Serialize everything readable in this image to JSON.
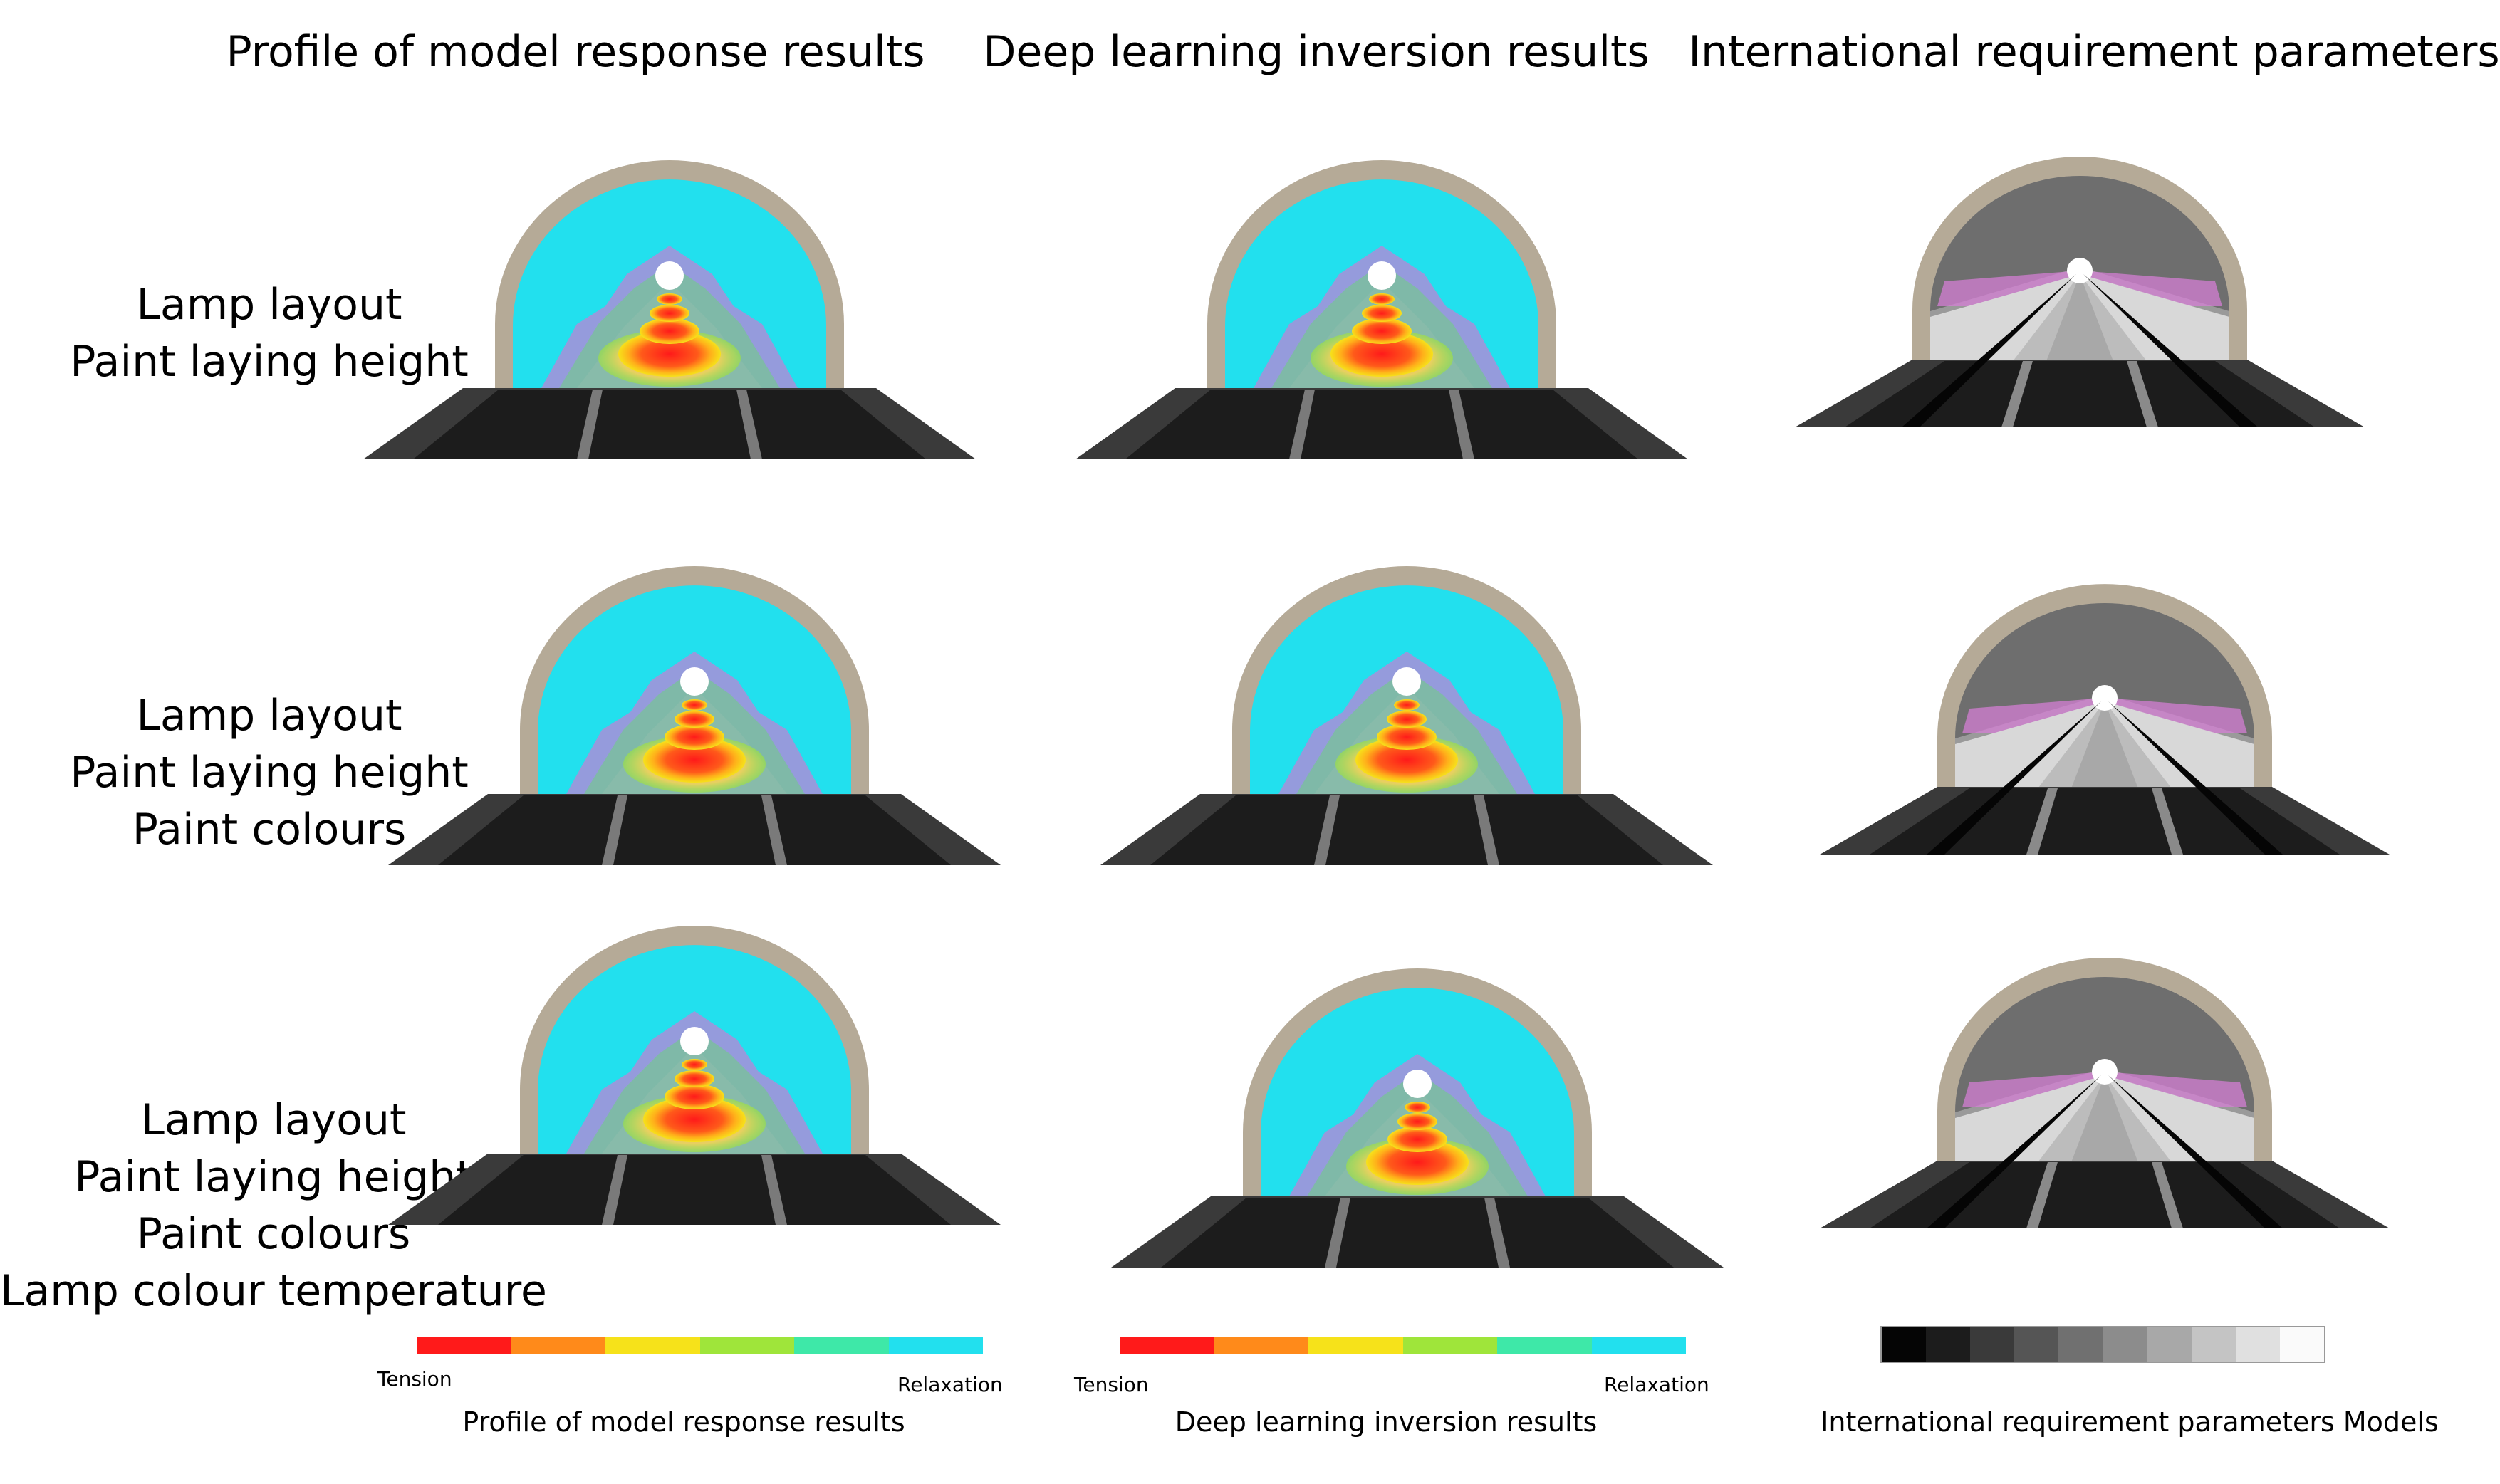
{
  "columns": [
    {
      "title": "Profile of model response results"
    },
    {
      "title": "Deep learning inversion results"
    },
    {
      "title": "International requirement parameters"
    }
  ],
  "rows": [
    {
      "labels": [
        "Lamp layout",
        "Paint laying height"
      ]
    },
    {
      "labels": [
        "Lamp layout",
        "Paint laying height",
        "Paint colours"
      ]
    },
    {
      "labels": [
        "Lamp layout",
        "Paint laying height",
        "Paint colours",
        "Lamp colour temperature"
      ]
    }
  ],
  "legends": [
    {
      "left": "Tension",
      "right": "Relaxation",
      "caption": "Profile of model response results",
      "colors": [
        "#ff1a1a",
        "#ff8a1a",
        "#f6e21a",
        "#9fe53a",
        "#3ee8a8",
        "#22e0ee"
      ]
    },
    {
      "left": "Tension",
      "right": "Relaxation",
      "caption": "Deep learning inversion results",
      "colors": [
        "#ff1a1a",
        "#ff8a1a",
        "#f6e21a",
        "#9fe53a",
        "#3ee8a8",
        "#22e0ee"
      ]
    },
    {
      "caption": "International requirement parameters Models",
      "colors": [
        "#050505",
        "#1c1c1c",
        "#3a3a3a",
        "#555555",
        "#707070",
        "#8c8c8c",
        "#a8a8a8",
        "#c4c4c4",
        "#e0e0e0",
        "#fafafa"
      ]
    }
  ]
}
